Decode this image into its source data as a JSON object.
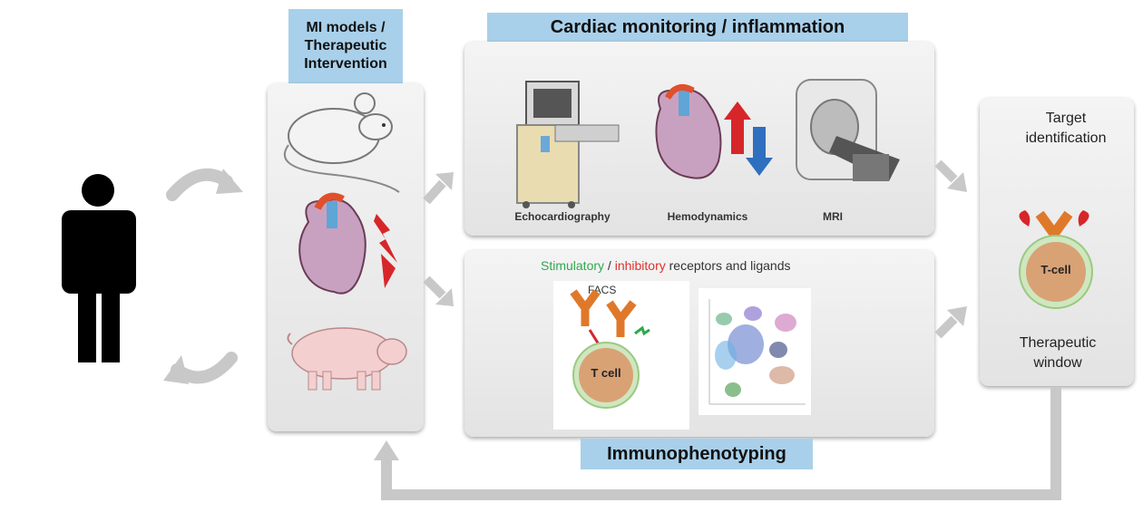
{
  "labels": {
    "mi_models": "MI models / Therapeutic Intervention",
    "cardiac_monitoring": "Cardiac monitoring / inflammation",
    "immunophenotyping": "Immunophenotyping",
    "target_identification": "Target identification",
    "therapeutic_window": "Therapeutic window"
  },
  "cardiac_captions": {
    "echo": "Echocardiography",
    "hemo": "Hemodynamics",
    "mri": "MRI"
  },
  "receptors": {
    "stimulatory": "Stimulatory",
    "slash": " / ",
    "inhibitory": "inhibitory",
    "rest": " receptors and ligands"
  },
  "facs_label": "FACS",
  "tcell_left": "T cell",
  "tcell_right": "T-cell",
  "colors": {
    "label_bg": "#a9d0ea",
    "stimulatory": "#2fa84f",
    "inhibitory": "#e0312b",
    "arrow_gray": "#c8c8c8",
    "antibody": "#e0782a",
    "cell": "#d9a275"
  }
}
